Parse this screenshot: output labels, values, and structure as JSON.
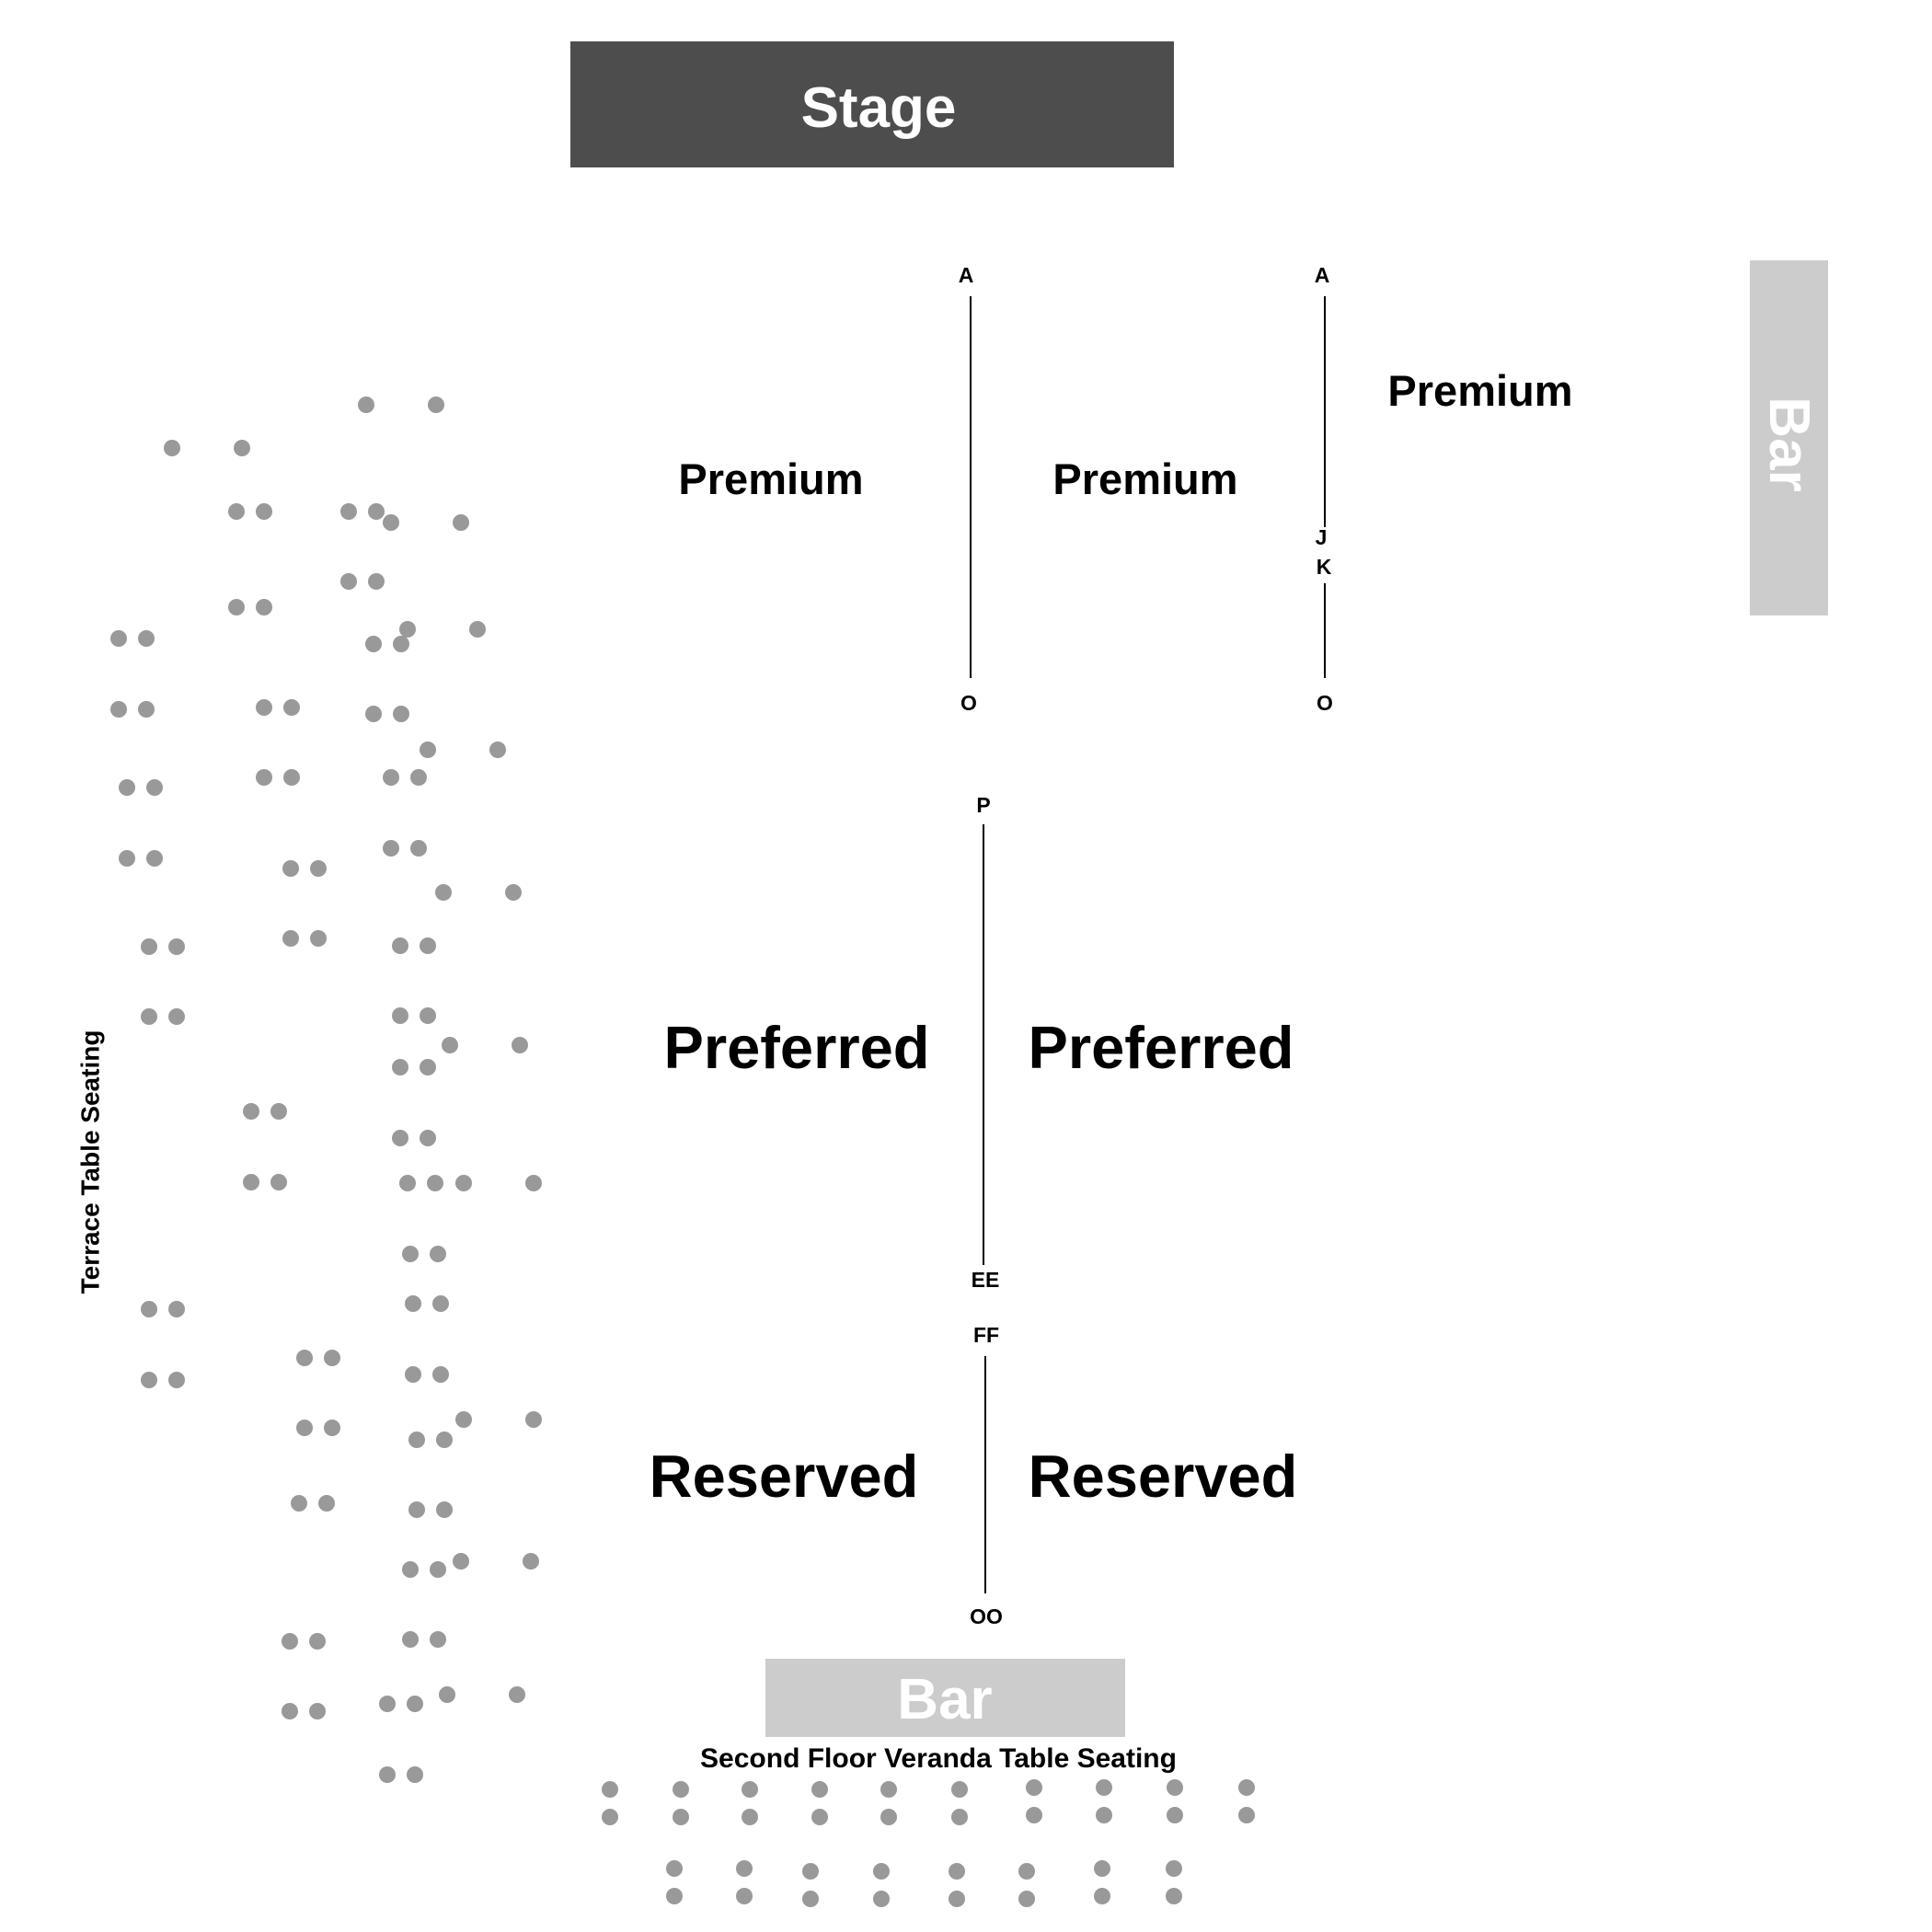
{
  "colors": {
    "stage": "#4d4d4d",
    "bar": "#cccccc",
    "seat": "#999999",
    "label": "#000000",
    "divider": "#000000",
    "stage_text": "#ffffff",
    "bar_text": "#ffffff"
  },
  "stage": {
    "label": "Stage"
  },
  "bars": {
    "side": "Bar",
    "back": "Bar"
  },
  "areas": {
    "terrace": "Terrace Table Seating",
    "veranda": "Second Floor Veranda Table Seating"
  },
  "sections": {
    "premium_left": "Premium",
    "premium_center": "Premium",
    "premium_right": "Premium",
    "preferred_left": "Preferred",
    "preferred_right": "Preferred",
    "reserved_left": "Reserved",
    "reserved_right": "Reserved"
  },
  "row_markers": {
    "premium_left_aisle": {
      "start": "A",
      "end": "O"
    },
    "premium_right_aisle": {
      "start": "A",
      "j": "J",
      "k": "K",
      "end": "O"
    },
    "preferred_aisle": {
      "start": "P",
      "end": "EE"
    },
    "reserved_aisle": {
      "start": "FF",
      "end": "OO"
    }
  }
}
